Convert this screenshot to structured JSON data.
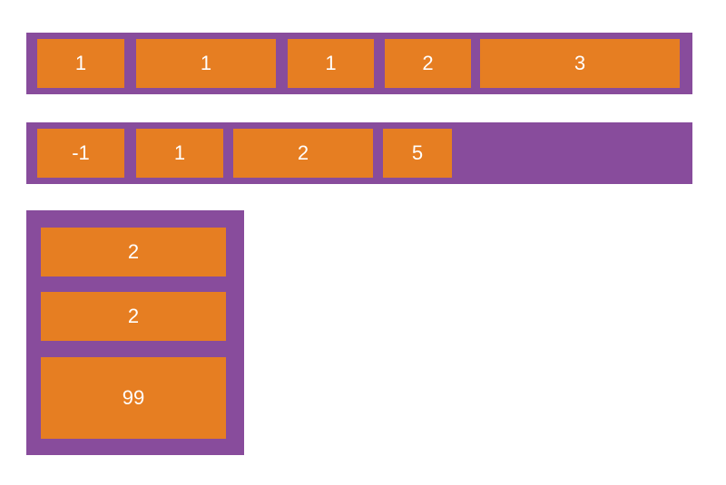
{
  "colors": {
    "container": "#884c9c",
    "item": "#e67e22",
    "text": "#ffffff"
  },
  "row1": {
    "items": [
      "1",
      "1",
      "1",
      "2",
      "3"
    ]
  },
  "row2": {
    "items": [
      "-1",
      "1",
      "2",
      "5"
    ]
  },
  "column": {
    "items": [
      "2",
      "2",
      "99"
    ]
  }
}
